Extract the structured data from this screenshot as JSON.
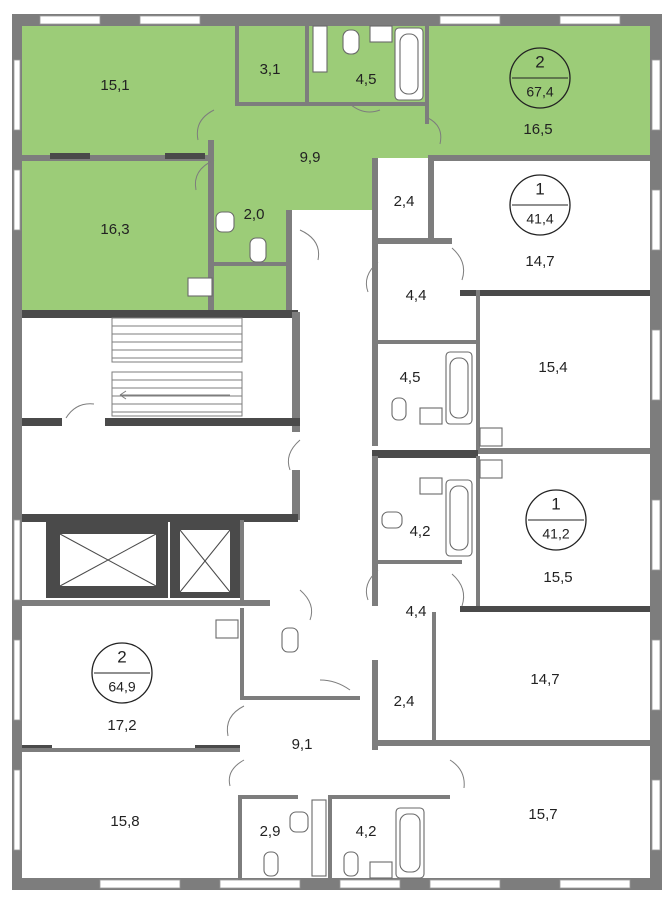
{
  "plan": {
    "highlight_color": "#9ccc78",
    "wall_color": "#7d7d7d",
    "apartments": [
      {
        "id": "apt-top-left",
        "rooms": "2",
        "area": "67,4"
      },
      {
        "id": "apt-right-upper",
        "rooms": "1",
        "area": "41,4"
      },
      {
        "id": "apt-right-lower",
        "rooms": "1",
        "area": "41,2"
      },
      {
        "id": "apt-bottom-left",
        "rooms": "2",
        "area": "64,9"
      }
    ],
    "rooms": {
      "tl_living_top": "15,1",
      "tl_wc_small": "3,1",
      "tl_bath": "4,5",
      "tl_bedroom_right": "16,5",
      "tl_hall": "9,9",
      "tl_bedroom_left": "16,3",
      "tl_wc": "2,0",
      "ru_closet": "2,4",
      "ru_room": "14,7",
      "ru_hall": "4,4",
      "ru_bath": "4,5",
      "ru_room2": "15,4",
      "rl_bath": "4,2",
      "rl_room": "15,5",
      "rl_hall": "4,4",
      "rl_closet": "2,4",
      "rl_room2": "14,7",
      "bl_living": "17,2",
      "bl_hall": "9,1",
      "bl_bedroom": "15,8",
      "bl_wc": "2,9",
      "bl_bath": "4,2",
      "br_room": "15,7"
    }
  }
}
